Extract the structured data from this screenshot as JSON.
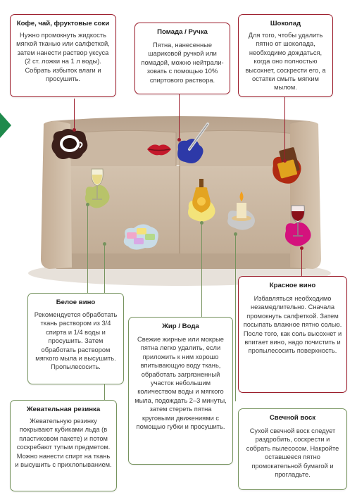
{
  "cards": {
    "coffee": {
      "title": "Кофе, чай, фруктовые соки",
      "text": "Нужно промокнуть жидкость мягкой тканью или салфеткой, затем нанести раствор уксуса (2 ст. ложки на 1 л воды). Собрать избыток влаги и просушить."
    },
    "lipstick": {
      "title": "Помада / Ручка",
      "text": "Пятна, нанесенные шариковой ручкой или помадой, можно нейтрали­зовать с помощью 10% спиртового раствора."
    },
    "chocolate": {
      "title": "Шоколад",
      "text": "Для того, чтобы удалить пятно от шоколада, необходимо дождаться, когда оно полностью высохнет, соскрести его, а остатки смыть мягким мылом."
    },
    "white_wine": {
      "title": "Белое вино",
      "text": "Рекомендуется обработать ткань раствором из 3/4 спирта и 1/4 воды и просушить. Затем обработать раствором мягкого мыла и высушить. Пропылесосить."
    },
    "fat_water": {
      "title": "Жир / Вода",
      "text": "Свежие жирные или мокрые пятна легко удалить, если приложить к ним хорошо впитывающую воду ткань, обработать загрязненный участок небольшим количеством воды и мягкого мыла, подождать 2–3 минуты, затем стереть пятна круговыми движениями с помощью губки и просу­шить."
    },
    "red_wine": {
      "title": "Красное вино",
      "text": "Избавляться необходимо незамедлительно. Сначала промокнуть салфеткой. Затем посыпать влажное пятно солью. После того, как соль высохнет и впитает вино, надо почистить и пропылесосить поверхность."
    },
    "gum": {
      "title": "Жевательная резинка",
      "text": "Жевательную резинку покрывают кубиками льда (в пластиковом пакете) и потом соскребают тупым предметом. Можно нанести спирт на ткань и высушить с прихлопыванием."
    },
    "candle": {
      "title": "Свечной воск",
      "text": "Сухой свечной воск следует раздробить, соскрести и собрать пылесосом. Накройте оставшееся пятно промокательной бумагой и прогладьте."
    }
  },
  "colors": {
    "red_frame": "#9c1c2b",
    "green_frame": "#76935e",
    "marker": "#1f8a4c",
    "sofa": "#c9b5a0"
  },
  "icons": [
    "coffee-cup-icon",
    "lips-icon",
    "pen-icon",
    "chocolate-icon",
    "wine-glass-icon",
    "oil-bottle-icon",
    "candle-icon",
    "red-wine-glass-icon",
    "chewing-gum-icon"
  ]
}
